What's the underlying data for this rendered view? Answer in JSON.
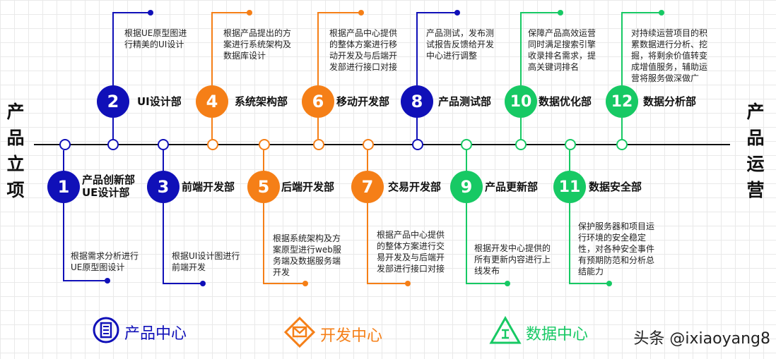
{
  "side_labels": {
    "left": [
      "产",
      "品",
      "立",
      "项"
    ],
    "right": [
      "产",
      "品",
      "运",
      "营"
    ]
  },
  "colors": {
    "product": "#1010b8",
    "dev": "#f57f17",
    "data": "#17c964"
  },
  "departments": [
    {
      "num": "1",
      "name": "产品创新部\nUE设计部",
      "desc": "根据需求分析进行\nUE原型图设计",
      "group": "product",
      "side": "bottom"
    },
    {
      "num": "2",
      "name": "UI设计部",
      "desc": "根据UE原型图进\n行精美的UI设计",
      "group": "product",
      "side": "top"
    },
    {
      "num": "3",
      "name": "前端开发部",
      "desc": "根据UI设计图进行\n前端开发",
      "group": "product",
      "side": "bottom"
    },
    {
      "num": "4",
      "name": "系统架构部",
      "desc": "根据产品提出的方\n案进行系统架构及\n数据库设计",
      "group": "dev",
      "side": "top"
    },
    {
      "num": "5",
      "name": "后端开发部",
      "desc": "根据系统架构及方\n案原型进行web服\n务端及数据服务端\n开发",
      "group": "dev",
      "side": "bottom"
    },
    {
      "num": "6",
      "name": "移动开发部",
      "desc": "根据产品中心提供\n的整体方案进行移\n动开发及与后端开\n发部进行接口对接",
      "group": "dev",
      "side": "top"
    },
    {
      "num": "7",
      "name": "交易开发部",
      "desc": "根据产品中心提供\n的整体方案进行交\n易开发及与后端开\n发部进行接口对接",
      "group": "dev",
      "side": "bottom"
    },
    {
      "num": "8",
      "name": "产品测试部",
      "desc": "产品测试，发布测\n试报告反馈给开发\n中心进行调整",
      "group": "product",
      "side": "top"
    },
    {
      "num": "9",
      "name": "产品更新部",
      "desc": "根据开发中心提供的\n所有更新内容进行上\n线发布",
      "group": "data",
      "side": "bottom"
    },
    {
      "num": "10",
      "name": "数据优化部",
      "desc": "保障产品高效运营\n同时满足搜索引擎\n收录排名需求，提\n高关键词排名",
      "group": "data",
      "side": "top"
    },
    {
      "num": "11",
      "name": "数据安全部",
      "desc": "保护服务器和项目运\n行环境的安全稳定\n性，对各种安全事件\n有预期防范和分析总\n结能力",
      "group": "data",
      "side": "bottom"
    },
    {
      "num": "12",
      "name": "数据分析部",
      "desc": "对持续运营项目的积\n累数据进行分析、挖\n掘，将剩余价值转变\n成增值服务，辅助运\n营将服务做深做广",
      "group": "data",
      "side": "top"
    }
  ],
  "legend": [
    {
      "label": "产品中心",
      "icon": "document-stack-icon",
      "group": "product"
    },
    {
      "label": "开发中心",
      "icon": "envelope-diamond-icon",
      "group": "dev"
    },
    {
      "label": "数据中心",
      "icon": "triangle-text-icon",
      "group": "data"
    }
  ],
  "watermark": "头条 @ixiaoyang8"
}
